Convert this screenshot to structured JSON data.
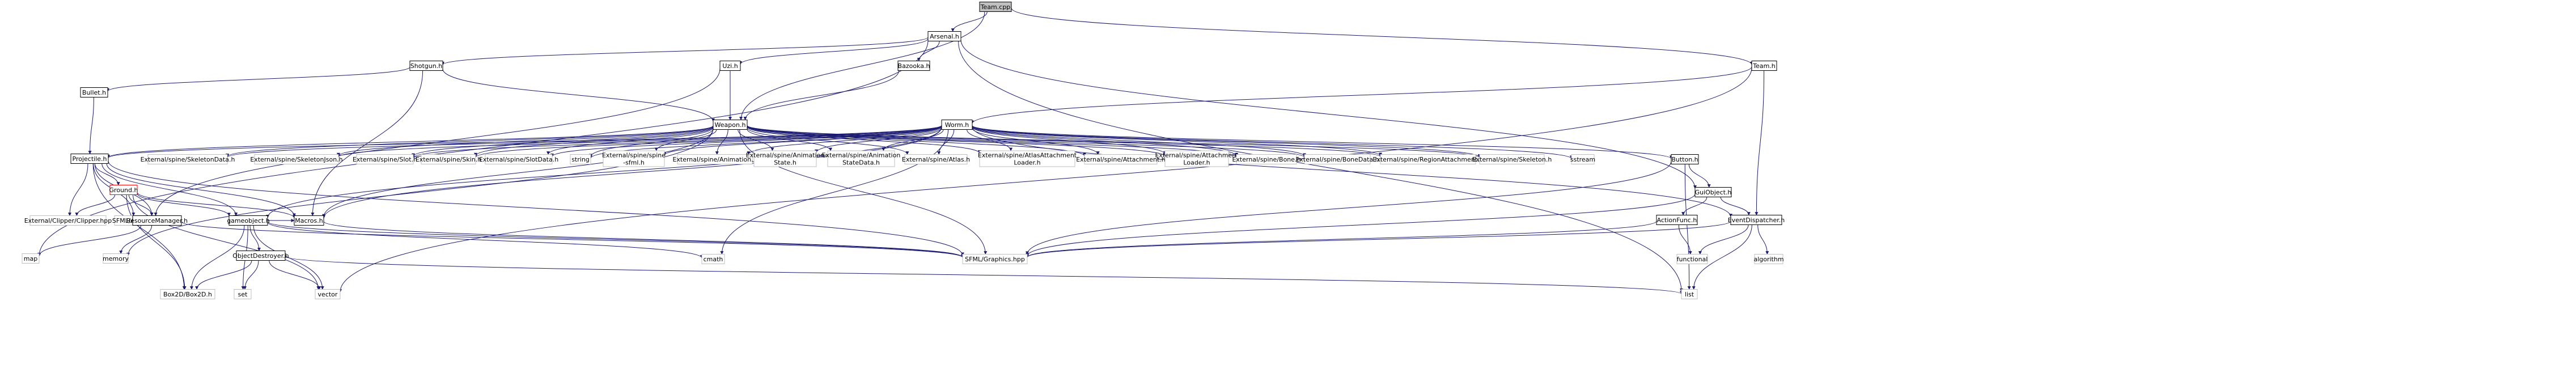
{
  "diagram": {
    "nodes": [
      {
        "id": "n0",
        "label": "Team.cpp",
        "kind": "root"
      },
      {
        "id": "n1",
        "label": "Arsenal.h",
        "kind": "local"
      },
      {
        "id": "n2",
        "label": "Team.h",
        "kind": "local"
      },
      {
        "id": "n3",
        "label": "Shotgun.h",
        "kind": "local"
      },
      {
        "id": "n4",
        "label": "Uzi.h",
        "kind": "local"
      },
      {
        "id": "n5",
        "label": "Bazooka.h",
        "kind": "local"
      },
      {
        "id": "n6",
        "label": "Bullet.h",
        "kind": "local"
      },
      {
        "id": "n7",
        "label": "Weapon.h",
        "kind": "local"
      },
      {
        "id": "n8",
        "label": "Worm.h",
        "kind": "local"
      },
      {
        "id": "n9",
        "label": "Projectile.h",
        "kind": "local"
      },
      {
        "id": "n10",
        "label": "External/spine/SkeletonData.h",
        "kind": "system"
      },
      {
        "id": "n11",
        "label": "External/spine/SkeletonJson.h",
        "kind": "system"
      },
      {
        "id": "n12",
        "label": "External/spine/Slot.h",
        "kind": "system"
      },
      {
        "id": "n13",
        "label": "External/spine/Skin.h",
        "kind": "system"
      },
      {
        "id": "n14",
        "label": "External/spine/SlotData.h",
        "kind": "system"
      },
      {
        "id": "n15",
        "label": "string",
        "kind": "system"
      },
      {
        "id": "n16",
        "label": "External/spine/spine\n-sfml.h",
        "kind": "system"
      },
      {
        "id": "n17",
        "label": "External/spine/Animation.h",
        "kind": "system"
      },
      {
        "id": "n18",
        "label": "External/spine/Animation\nState.h",
        "kind": "system"
      },
      {
        "id": "n19",
        "label": "External/spine/Animation\nStateData.h",
        "kind": "system"
      },
      {
        "id": "n20",
        "label": "External/spine/Atlas.h",
        "kind": "system"
      },
      {
        "id": "n21",
        "label": "External/spine/AtlasAttachment\nLoader.h",
        "kind": "system"
      },
      {
        "id": "n22",
        "label": "External/spine/Attachment.h",
        "kind": "system"
      },
      {
        "id": "n23",
        "label": "External/spine/Attachment\nLoader.h",
        "kind": "system"
      },
      {
        "id": "n24",
        "label": "External/spine/Bone.h",
        "kind": "system"
      },
      {
        "id": "n25",
        "label": "External/spine/BoneData.h",
        "kind": "system"
      },
      {
        "id": "n26",
        "label": "External/spine/RegionAttachment.h",
        "kind": "system"
      },
      {
        "id": "n27",
        "label": "External/spine/Skeleton.h",
        "kind": "system"
      },
      {
        "id": "n28",
        "label": "sstream",
        "kind": "system"
      },
      {
        "id": "n29",
        "label": "Button.h",
        "kind": "local"
      },
      {
        "id": "n30",
        "label": "Ground.h",
        "kind": "missing"
      },
      {
        "id": "n31",
        "label": "SFML/Audio.hpp",
        "kind": "system"
      },
      {
        "id": "n32",
        "label": "Macros.h",
        "kind": "local"
      },
      {
        "id": "n33",
        "label": "GuiObject.h",
        "kind": "local"
      },
      {
        "id": "n34",
        "label": "External/Clipper/Clipper.hpp",
        "kind": "system"
      },
      {
        "id": "n35",
        "label": "ResourceManager.h",
        "kind": "local"
      },
      {
        "id": "n36",
        "label": "gameobject.h",
        "kind": "local"
      },
      {
        "id": "n37",
        "label": "ActionFunc.h",
        "kind": "local"
      },
      {
        "id": "n38",
        "label": "EventDispatcher.h",
        "kind": "local"
      },
      {
        "id": "n39",
        "label": "map",
        "kind": "system"
      },
      {
        "id": "n40",
        "label": "memory",
        "kind": "system"
      },
      {
        "id": "n41",
        "label": "ObjectDestroyer.h",
        "kind": "local"
      },
      {
        "id": "n42",
        "label": "cmath",
        "kind": "system"
      },
      {
        "id": "n43",
        "label": "SFML/Graphics.hpp",
        "kind": "system"
      },
      {
        "id": "n44",
        "label": "functional",
        "kind": "system"
      },
      {
        "id": "n45",
        "label": "algorithm",
        "kind": "system"
      },
      {
        "id": "n46",
        "label": "Box2D/Box2D.h",
        "kind": "system"
      },
      {
        "id": "n47",
        "label": "set",
        "kind": "system"
      },
      {
        "id": "n48",
        "label": "vector",
        "kind": "system"
      },
      {
        "id": "n49",
        "label": "list",
        "kind": "system"
      }
    ],
    "edges": [
      [
        "n0",
        "n1"
      ],
      [
        "n0",
        "n2"
      ],
      [
        "n0",
        "n7"
      ],
      [
        "n1",
        "n3"
      ],
      [
        "n1",
        "n4"
      ],
      [
        "n1",
        "n5"
      ],
      [
        "n1",
        "n33"
      ],
      [
        "n1",
        "n39"
      ],
      [
        "n1",
        "n49"
      ],
      [
        "n2",
        "n8"
      ],
      [
        "n2",
        "n38"
      ],
      [
        "n2",
        "n48"
      ],
      [
        "n3",
        "n6"
      ],
      [
        "n3",
        "n7"
      ],
      [
        "n3",
        "n32"
      ],
      [
        "n4",
        "n7"
      ],
      [
        "n4",
        "n31"
      ],
      [
        "n5",
        "n7"
      ],
      [
        "n6",
        "n9"
      ],
      [
        "n7",
        "n9"
      ],
      [
        "n7",
        "n10"
      ],
      [
        "n7",
        "n11"
      ],
      [
        "n7",
        "n12"
      ],
      [
        "n7",
        "n13"
      ],
      [
        "n7",
        "n14"
      ],
      [
        "n7",
        "n15"
      ],
      [
        "n7",
        "n16"
      ],
      [
        "n7",
        "n17"
      ],
      [
        "n7",
        "n18"
      ],
      [
        "n7",
        "n19"
      ],
      [
        "n7",
        "n20"
      ],
      [
        "n7",
        "n21"
      ],
      [
        "n7",
        "n22"
      ],
      [
        "n7",
        "n23"
      ],
      [
        "n7",
        "n24"
      ],
      [
        "n7",
        "n25"
      ],
      [
        "n7",
        "n26"
      ],
      [
        "n7",
        "n27"
      ],
      [
        "n7",
        "n32"
      ],
      [
        "n7",
        "n40"
      ],
      [
        "n7",
        "n43"
      ],
      [
        "n8",
        "n9"
      ],
      [
        "n8",
        "n10"
      ],
      [
        "n8",
        "n11"
      ],
      [
        "n8",
        "n12"
      ],
      [
        "n8",
        "n13"
      ],
      [
        "n8",
        "n14"
      ],
      [
        "n8",
        "n15"
      ],
      [
        "n8",
        "n16"
      ],
      [
        "n8",
        "n17"
      ],
      [
        "n8",
        "n18"
      ],
      [
        "n8",
        "n19"
      ],
      [
        "n8",
        "n20"
      ],
      [
        "n8",
        "n21"
      ],
      [
        "n8",
        "n22"
      ],
      [
        "n8",
        "n23"
      ],
      [
        "n8",
        "n24"
      ],
      [
        "n8",
        "n25"
      ],
      [
        "n8",
        "n26"
      ],
      [
        "n8",
        "n27"
      ],
      [
        "n8",
        "n28"
      ],
      [
        "n8",
        "n29"
      ],
      [
        "n8",
        "n32"
      ],
      [
        "n8",
        "n36"
      ],
      [
        "n8",
        "n38"
      ],
      [
        "n8",
        "n42"
      ],
      [
        "n9",
        "n30"
      ],
      [
        "n9",
        "n31"
      ],
      [
        "n9",
        "n32"
      ],
      [
        "n9",
        "n34"
      ],
      [
        "n9",
        "n35"
      ],
      [
        "n9",
        "n36"
      ],
      [
        "n9",
        "n43"
      ],
      [
        "n9",
        "n46"
      ],
      [
        "n29",
        "n33"
      ],
      [
        "n29",
        "n43"
      ],
      [
        "n29",
        "n49"
      ],
      [
        "n30",
        "n32"
      ],
      [
        "n30",
        "n34"
      ],
      [
        "n30",
        "n35"
      ],
      [
        "n30",
        "n36"
      ],
      [
        "n30",
        "n46"
      ],
      [
        "n30",
        "n48"
      ],
      [
        "n32",
        "n43"
      ],
      [
        "n33",
        "n37"
      ],
      [
        "n33",
        "n38"
      ],
      [
        "n33",
        "n43"
      ],
      [
        "n35",
        "n39"
      ],
      [
        "n35",
        "n40"
      ],
      [
        "n35",
        "n43"
      ],
      [
        "n36",
        "n32"
      ],
      [
        "n36",
        "n41"
      ],
      [
        "n36",
        "n46"
      ],
      [
        "n36",
        "n47"
      ],
      [
        "n36",
        "n48"
      ],
      [
        "n36",
        "n42"
      ],
      [
        "n36",
        "n43"
      ],
      [
        "n37",
        "n43"
      ],
      [
        "n37",
        "n44"
      ],
      [
        "n38",
        "n43"
      ],
      [
        "n38",
        "n44"
      ],
      [
        "n38",
        "n45"
      ],
      [
        "n38",
        "n49"
      ],
      [
        "n41",
        "n46"
      ],
      [
        "n41",
        "n47"
      ],
      [
        "n41",
        "n48"
      ],
      [
        "n41",
        "n49"
      ]
    ]
  },
  "style": {
    "edge_color": "#191970",
    "root_fill": "#bfbfbf",
    "node_border": "#000000",
    "system_border": "#bfbfbf",
    "missing_border": "#ff0000",
    "text_color": "#000000"
  }
}
